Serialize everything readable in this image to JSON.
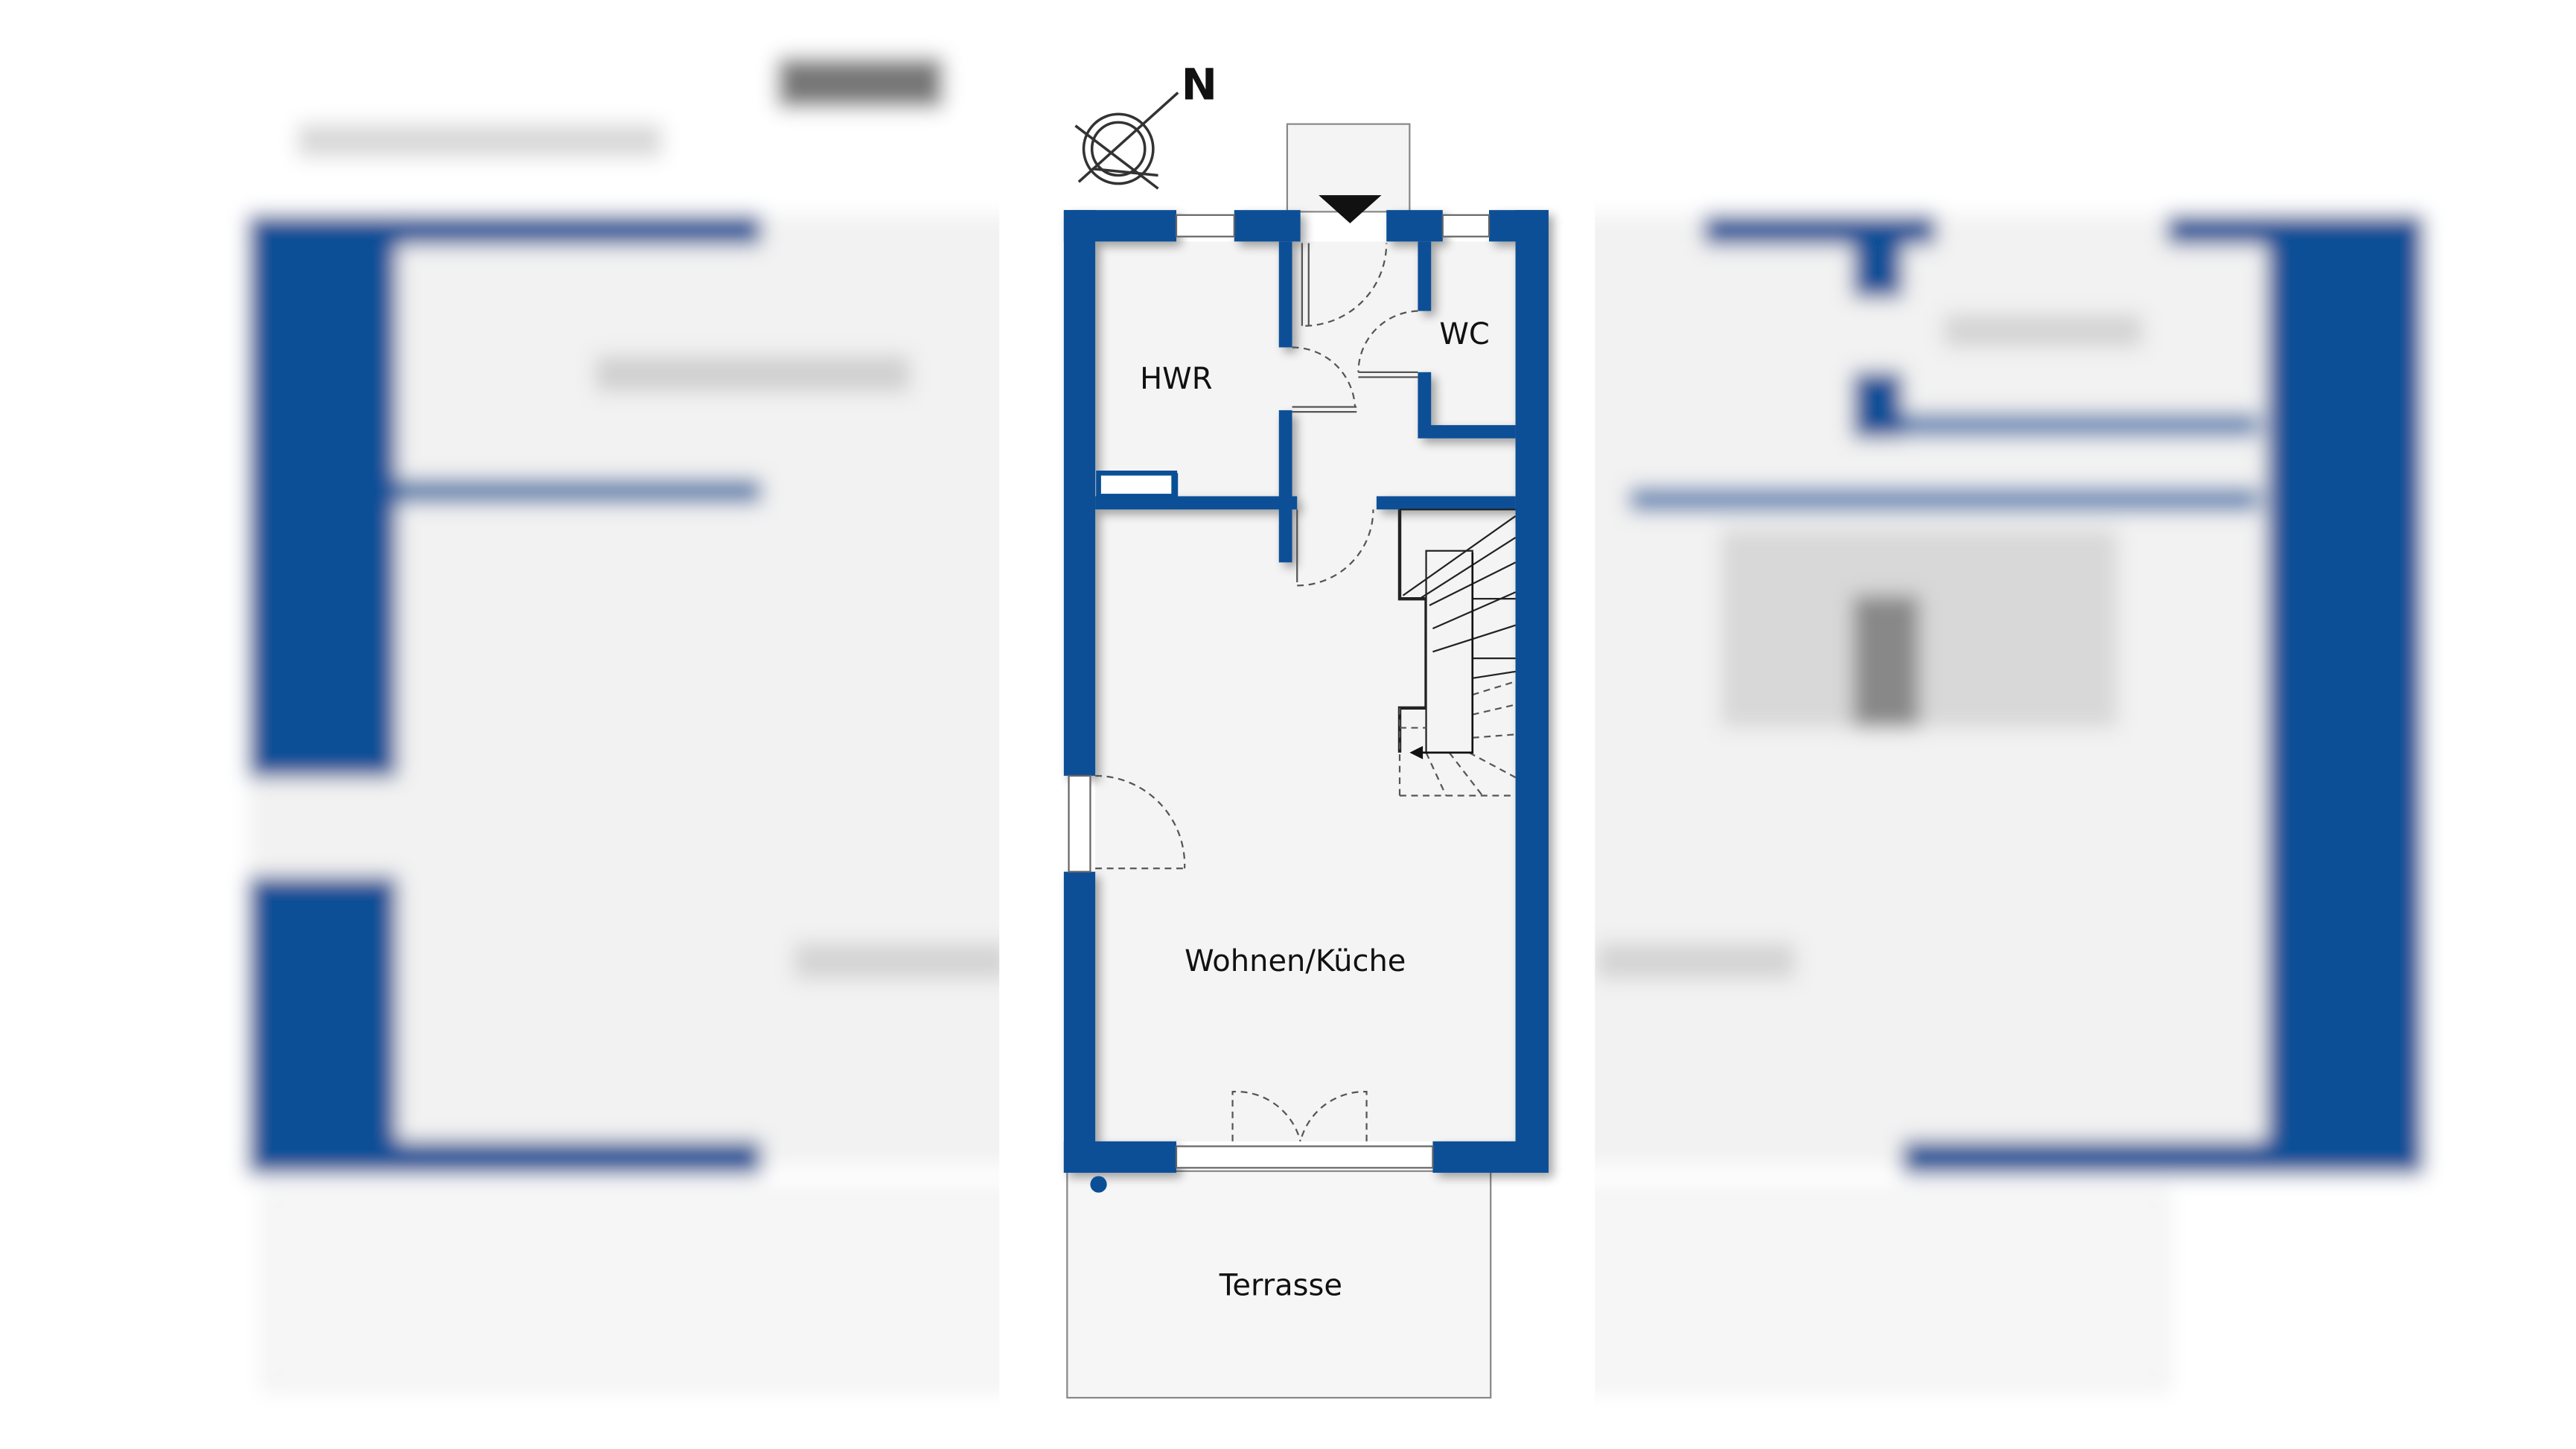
{
  "compass": {
    "label": "N"
  },
  "rooms": {
    "hwr": "HWR",
    "wc": "WC",
    "wohnen_kueche": "Wohnen/Küche",
    "terrasse": "Terrasse"
  },
  "colors": {
    "wall": "#0a4f96",
    "floor": "#f4f4f4",
    "line": "#666666",
    "text": "#111111"
  }
}
